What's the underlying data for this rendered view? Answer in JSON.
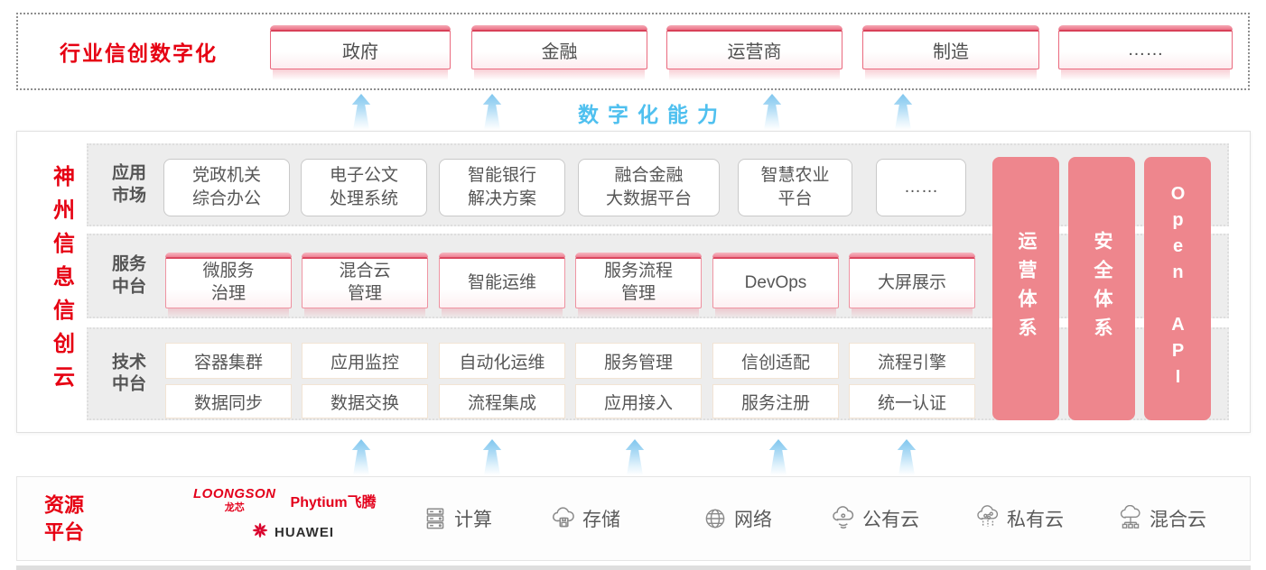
{
  "top_banner": {
    "title": "行业信创数字化",
    "industries": [
      "政府",
      "金融",
      "运营商",
      "制造",
      "……"
    ]
  },
  "capability_label": "数字化能力",
  "capability_arrow_icon": "blue-up-arrow-icon",
  "main_platform": {
    "vertical_title": "神州信息信创云",
    "app_market": {
      "label": "应用\n市场",
      "items": [
        "党政机关\n综合办公",
        "电子公文\n处理系统",
        "智能银行\n解决方案",
        "融合金融\n大数据平台",
        "智慧农业\n平台",
        "……"
      ]
    },
    "service_middle": {
      "label": "服务\n中台",
      "items": [
        "微服务\n治理",
        "混合云\n管理",
        "智能运维",
        "服务流程\n管理",
        "DevOps",
        "大屏展示"
      ]
    },
    "tech_middle": {
      "label": "技术\n中台",
      "row1": [
        "容器集群",
        "应用监控",
        "自动化运维",
        "服务管理",
        "信创适配",
        "流程引擎"
      ],
      "row2": [
        "数据同步",
        "数据交换",
        "流程集成",
        "应用接入",
        "服务注册",
        "统一认证"
      ]
    },
    "side_bars": [
      "运营体系",
      "安全体系",
      "Open API"
    ]
  },
  "resource_platform": {
    "label": "资源\n平台",
    "vendors": {
      "loongson_en": "LOONGSON",
      "loongson_cn": "龙芯",
      "phytium": "Phytium飞腾",
      "huawei": "HUAWEI"
    },
    "resources": [
      {
        "icon": "compute-server-icon",
        "label": "计算"
      },
      {
        "icon": "storage-cloud-icon",
        "label": "存储"
      },
      {
        "icon": "network-globe-icon",
        "label": "网络"
      },
      {
        "icon": "public-cloud-icon",
        "label": "公有云"
      },
      {
        "icon": "private-cloud-icon",
        "label": "私有云"
      },
      {
        "icon": "hybrid-cloud-icon",
        "label": "混合云"
      }
    ]
  },
  "colors": {
    "brand_red": "#e60012",
    "accent_blue": "#4fc0ef",
    "bar_pink": "#ee868d",
    "box_border_pink": "#ea6a7e",
    "row_bg_gray": "#ededed"
  }
}
